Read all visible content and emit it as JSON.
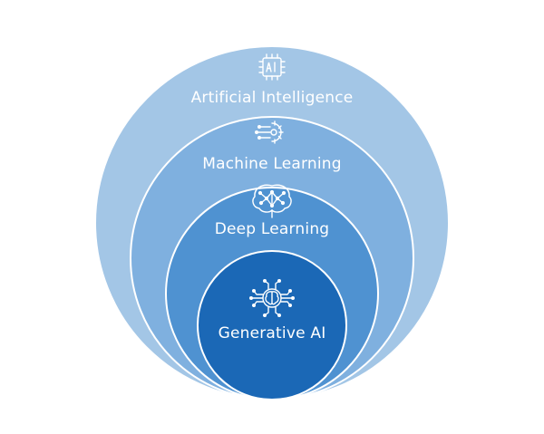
{
  "diagram": {
    "layers": [
      {
        "id": "ai",
        "label": "Artificial Intelligence",
        "color": "#a3c6e6",
        "icon": "ai-chip-icon"
      },
      {
        "id": "ml",
        "label": "Machine Learning",
        "color": "#7fb0df",
        "icon": "gear-circuit-icon"
      },
      {
        "id": "dl",
        "label": "Deep Learning",
        "color": "#4f92d1",
        "icon": "brain-network-icon"
      },
      {
        "id": "gen",
        "label": "Generative AI",
        "color": "#1b68b6",
        "icon": "brain-chip-icon"
      }
    ],
    "ring_stroke": "#ffffff",
    "text_color": "#ffffff"
  }
}
